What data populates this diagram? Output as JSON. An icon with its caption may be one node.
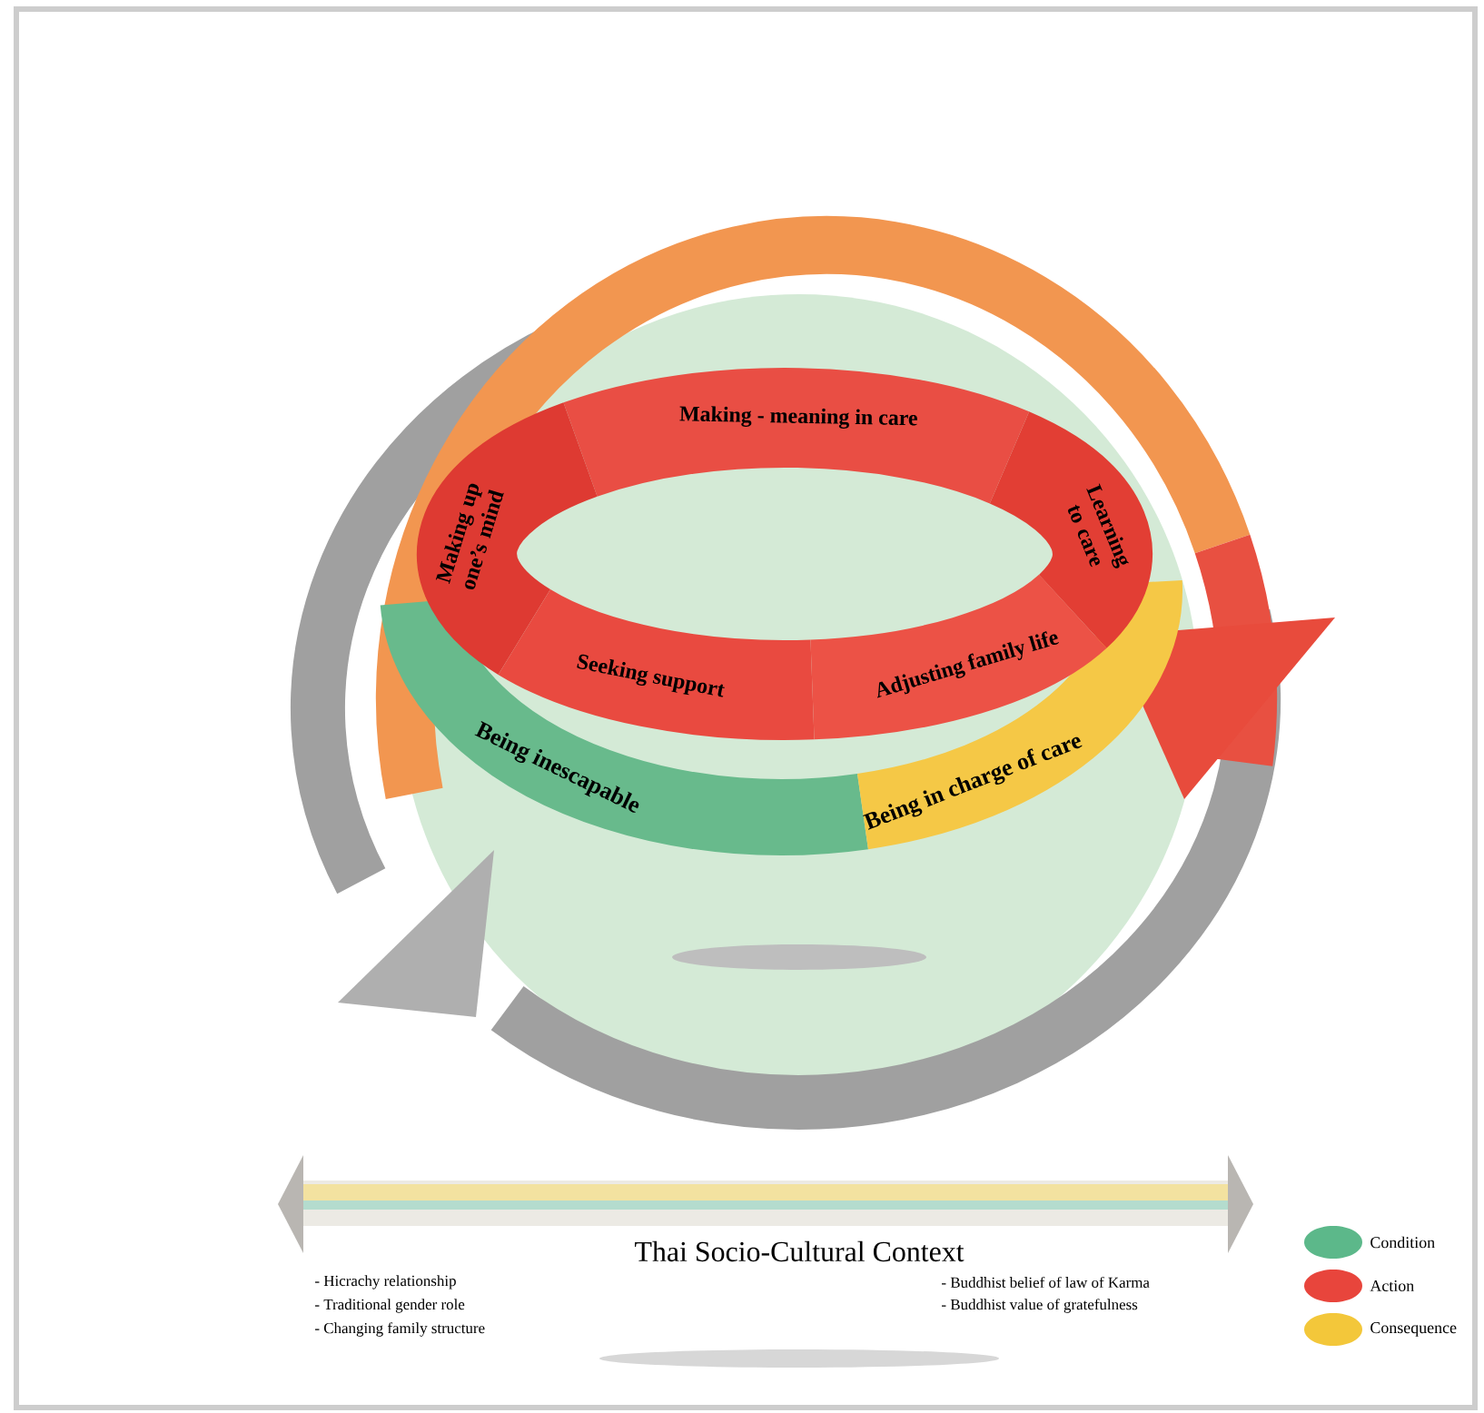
{
  "diagram": {
    "nodes": [
      {
        "text": [
          "Making - meaning in care"
        ]
      },
      {
        "text": [
          "Learning to care"
        ]
      },
      {
        "text": [
          "Making up one’s mind"
        ]
      },
      {
        "text": [
          "Seeking support"
        ]
      },
      {
        "text": [
          "Adjusting family life"
        ]
      },
      {
        "text": [
          "Being inescapable"
        ]
      },
      {
        "text": [
          "Being in charge of care"
        ]
      }
    ],
    "labels": [
      "Thai Socio-Cultural Context",
      "- Hicrachy relationship",
      "- Traditional gender role",
      "- Changing family structure",
      "- Buddhist belief of law of Karma",
      "- Buddhist value of gratefulness"
    ],
    "legend": [
      {
        "text": "Condition",
        "color": "#5cb88a"
      },
      {
        "text": "Action",
        "color": "#e8453c"
      },
      {
        "text": "Consequence",
        "color": "#f3c73a"
      }
    ]
  }
}
